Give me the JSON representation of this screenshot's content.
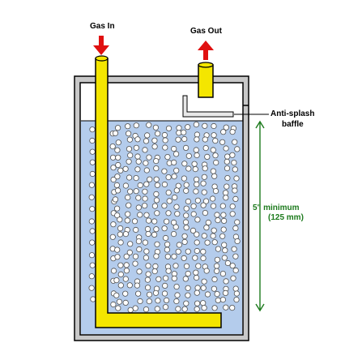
{
  "labels": {
    "gas_in": "Gas In",
    "gas_out": "Gas Out",
    "baffle_line1": "Anti-splash",
    "baffle_line2": "baffle",
    "depth_line1": "5\" minimum",
    "depth_line2": "(125 mm)"
  },
  "colors": {
    "container_fill": "#b4ccec",
    "container_wall": "#c8c8c8",
    "outline": "#000000",
    "pipe": "#f4e600",
    "arrow": "#e01010",
    "depth_arrow": "#1c7a1c",
    "bubble_fill": "#ffffff",
    "bubble_stroke": "#505050"
  },
  "icons": {
    "gas_in_arrow": "arrow-down-icon",
    "gas_out_arrow": "arrow-up-icon"
  }
}
